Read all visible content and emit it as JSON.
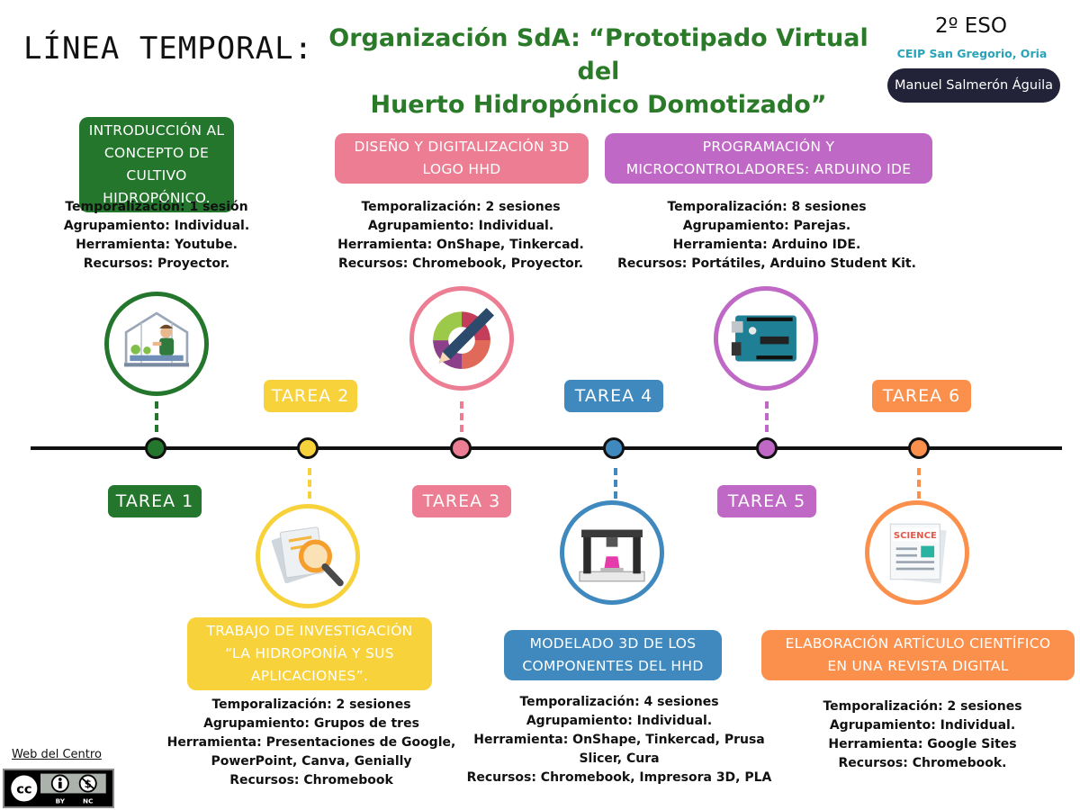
{
  "header": {
    "title": "LÍNEA TEMPORAL:",
    "subtitle_line1": "Organización SdA: “Prototipado Virtual del",
    "subtitle_line2": "Huerto Hidropónico Domotizado”",
    "grade": "2º ESO",
    "school": "CEIP San Gregorio, Oria",
    "author": "Manuel Salmerón Águila"
  },
  "colors": {
    "green": "#23762c",
    "yellow": "#f7d23b",
    "pink": "#ec7d92",
    "blue": "#3f89bf",
    "purple": "#bf68c5",
    "orange": "#fb904c"
  },
  "tasks": [
    {
      "label": "TAREA 1",
      "title": [
        "INTRODUCCIÓN AL",
        "CONCEPTO DE CULTIVO",
        "HIDROPÓNICO."
      ],
      "info": [
        "Temporalización: 1 sesión",
        "Agrupamiento: Individual.",
        "Herramienta: Youtube.",
        "Recursos: Proyector."
      ],
      "icon": "greenhouse-gardener-icon"
    },
    {
      "label": "TAREA 2",
      "title": [
        "TRABAJO DE INVESTIGACIÓN",
        "“LA HIDROPONÍA Y SUS",
        "APLICACIONES”."
      ],
      "info": [
        "Temporalización: 2 sesiones",
        "Agrupamiento: Grupos de tres",
        "Herramienta: Presentaciones de Google,",
        "PowerPoint, Canva, Genially",
        "Recursos: Chromebook"
      ],
      "icon": "magnifier-documents-icon"
    },
    {
      "label": "TAREA  3",
      "title": [
        "DISEÑO Y DIGITALIZACIÓN 3D",
        "LOGO HHD"
      ],
      "info": [
        "Temporalización: 2 sesiones",
        "Agrupamiento: Individual.",
        "Herramienta: OnShape, Tinkercad.",
        "Recursos: Chromebook, Proyector."
      ],
      "icon": "design-pen-icon"
    },
    {
      "label": "TAREA  4",
      "title": [
        "MODELADO 3D DE LOS",
        "COMPONENTES DEL HHD"
      ],
      "info": [
        "Temporalización: 4 sesiones",
        "Agrupamiento: Individual.",
        "Herramienta: OnShape, Tinkercad, Prusa",
        "Slicer, Cura",
        "Recursos: Chromebook, Impresora 3D, PLA"
      ],
      "icon": "3d-printer-icon"
    },
    {
      "label": "TAREA  5",
      "title": [
        "PROGRAMACIÓN Y",
        "MICROCONTROLADORES: ARDUINO IDE"
      ],
      "info": [
        "Temporalización: 8 sesiones",
        "Agrupamiento: Parejas.",
        "Herramienta: Arduino IDE.",
        "Recursos: Portátiles, Arduino Student Kit."
      ],
      "icon": "arduino-board-icon"
    },
    {
      "label": "TAREA  6",
      "title": [
        "ELABORACIÓN ARTÍCULO CIENTÍFICO",
        "EN UNA REVISTA DIGITAL"
      ],
      "info": [
        "Temporalización: 2 sesiones",
        "Agrupamiento: Individual.",
        "Herramienta: Google Sites",
        "Recursos: Chromebook."
      ],
      "icon": "science-magazine-icon",
      "icon_text": "SCIENCE"
    }
  ],
  "footer": {
    "web_link": "Web del Centro",
    "license": "CC BY NC"
  }
}
